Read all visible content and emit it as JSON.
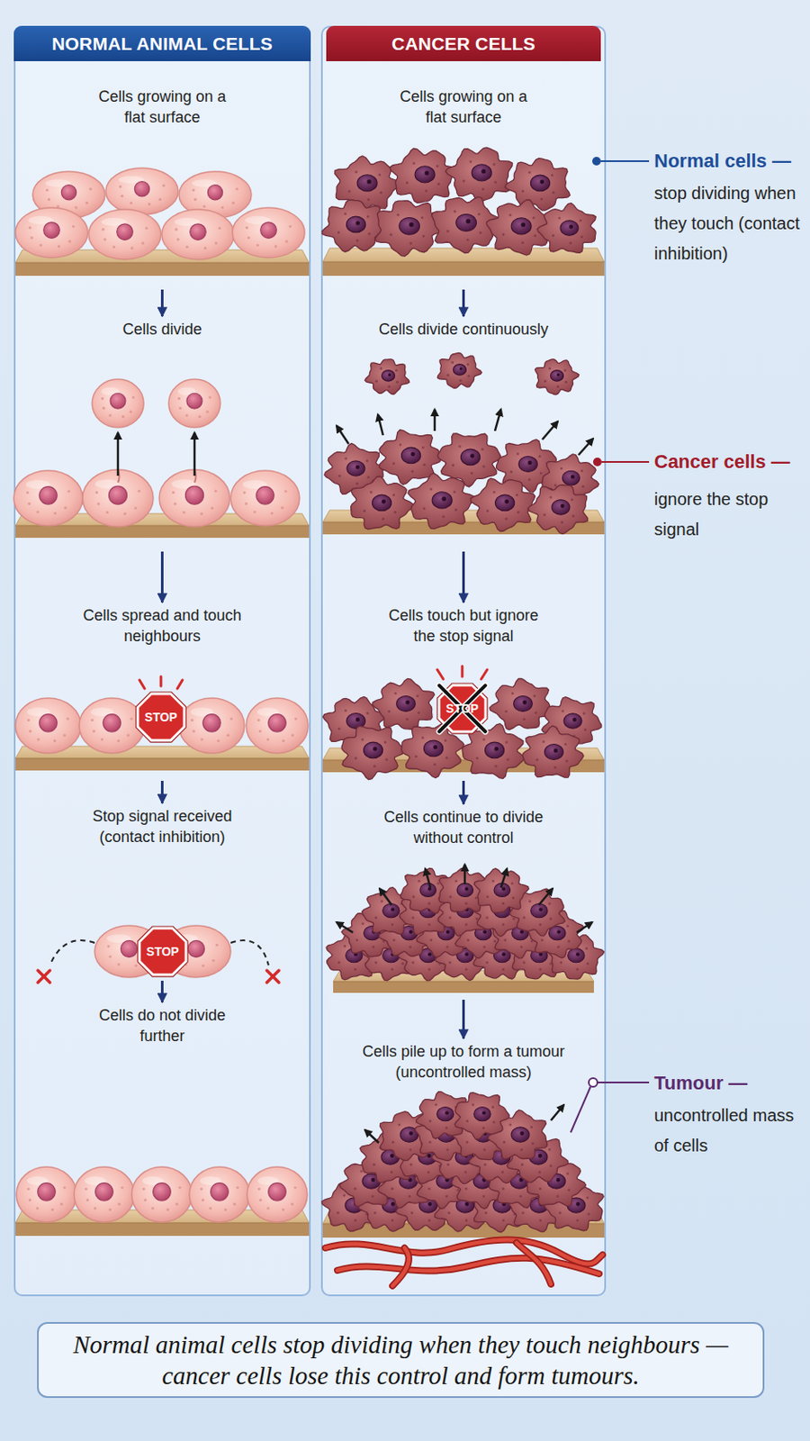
{
  "diagram": {
    "caption": "Normal animal cells stop dividing when they touch neighbours — cancer cells lose this control and form tumours.",
    "nodes": [
      {
        "text": [
          "NORMAL ANIMAL CELLS"
        ]
      },
      {
        "text": [
          "Cells growing on a flat surface"
        ],
        "in": 0
      },
      {
        "text": [
          "Cells divide"
        ],
        "in": 0
      },
      {
        "text": [
          "Cells spread and touch neighbours"
        ],
        "in": 0
      },
      {
        "text": [
          "STOP"
        ],
        "in": 3
      },
      {
        "text": [
          "Stop signal received (contact inhibition)"
        ],
        "in": 0
      },
      {
        "text": [
          "STOP"
        ],
        "in": 5
      },
      {
        "text": [
          "Cells do not divide further"
        ],
        "in": 0
      },
      {
        "text": [
          "CANCER CELLS"
        ]
      },
      {
        "text": [
          "Cells growing on a flat surface"
        ],
        "in": 8
      },
      {
        "text": [
          "Cells divide continuously"
        ],
        "in": 8
      },
      {
        "text": [
          "Cells touch but ignore the stop signal"
        ],
        "in": 8
      },
      {
        "text": [
          "STOP"
        ],
        "in": 11
      },
      {
        "text": [
          "Cells continue to divide without control"
        ],
        "in": 8
      },
      {
        "text": [
          "Cells pile up to form a tumour (uncontrolled mass)"
        ],
        "in": 8
      }
    ],
    "edges": [
      {
        "from": 1,
        "to": 2,
        "arrow": "to"
      },
      {
        "from": 2,
        "to": 3,
        "arrow": "to"
      },
      {
        "from": 3,
        "to": 5,
        "arrow": "to"
      },
      {
        "from": 5,
        "to": 7,
        "arrow": "to"
      },
      {
        "from": 9,
        "to": 10,
        "arrow": "to"
      },
      {
        "from": 10,
        "to": 11,
        "arrow": "to"
      },
      {
        "from": 11,
        "to": 13,
        "arrow": "to"
      },
      {
        "from": 13,
        "to": 14,
        "arrow": "to"
      }
    ],
    "labels": [
      "Normal cells —",
      "stop dividing when they touch (contact inhibition)",
      "Cancer cells —",
      "ignore the stop signal",
      "Tumour —",
      "uncontrolled mass of cells"
    ]
  }
}
